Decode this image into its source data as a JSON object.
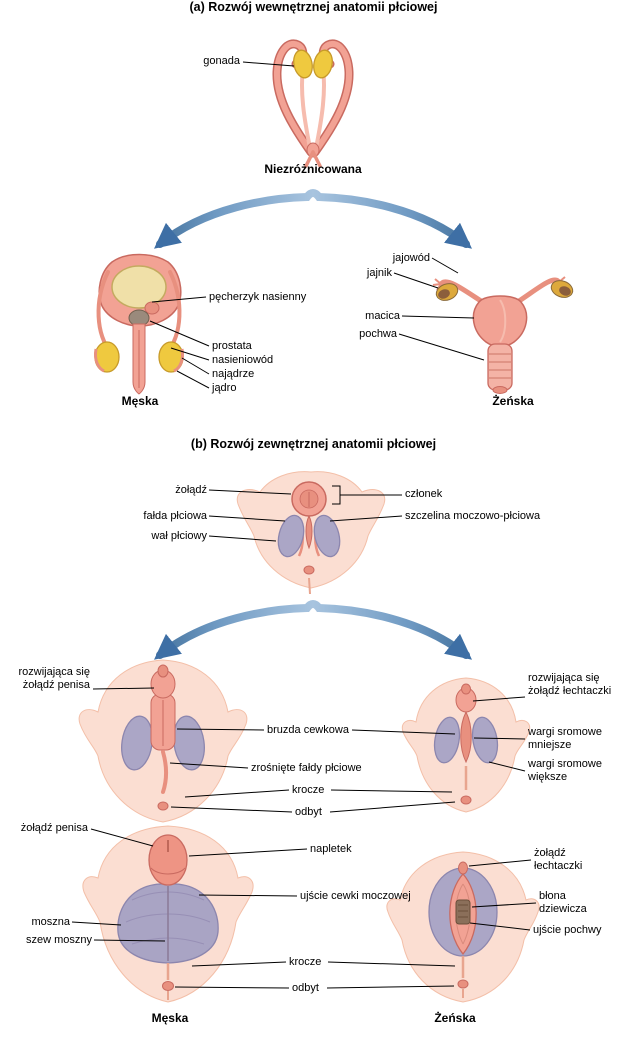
{
  "section_a": {
    "title": "(a) Rozwój wewnętrznej anatomii płciowej",
    "stage_label": "Niezróżnicowana",
    "male_label": "Męska",
    "female_label": "Żeńska",
    "callouts": {
      "gonada": "gonada",
      "pecherzyk": "pęcherzyk nasienny",
      "prostata": "prostata",
      "nasieniowod": "nasieniowód",
      "najadrze": "najądrze",
      "jadro": "jądro",
      "jajowod": "jajowód",
      "jajnik": "jajnik",
      "macica": "macica",
      "pochwa": "pochwa"
    }
  },
  "section_b": {
    "title": "(b) Rozwój zewnętrznej anatomii płciowej",
    "male_label": "Męska",
    "female_label": "Żeńska",
    "callouts": {
      "zoladz": "żołądź",
      "falda_plciowa": "fałda płciowa",
      "wal_plciowy": "wał płciowy",
      "czlonek": "członek",
      "szczelina": "szczelina moczowo-płciowa",
      "rozwijajaca_penis": "rozwijająca się żołądź penisa",
      "bruzda_cewkowa": "bruzda cewkowa",
      "zrosniete_faldy": "zrośnięte fałdy płciowe",
      "krocze_dev": "krocze",
      "odbyt_dev": "odbyt",
      "rozwijajaca_lechtaczka": "rozwijająca się żołądź łechtaczki",
      "wargi_mniejsze": "wargi sromowe mniejsze",
      "wargi_wieksze": "wargi sromowe większe",
      "zoladz_penisa": "żołądź penisa",
      "napletek": "napletek",
      "ujscie_cewki": "ujście cewki moczowej",
      "moszna": "moszna",
      "szew_moszny": "szew moszny",
      "krocze_final": "krocze",
      "odbyt_final": "odbyt",
      "zoladz_lechtaczki": "żołądź łechtaczki",
      "blona_dziewicza": "błona dziewicza",
      "ujscie_pochwy": "ujście pochwy"
    }
  },
  "colors": {
    "tissue_salmon": "#F2A294",
    "tissue_salmon_dark": "#E8907F",
    "outline": "#C96A60",
    "flesh_pale": "#FBDED2",
    "gonad_yellow": "#EFC93F",
    "gonad_yellow_dark": "#C79A2A",
    "swelling_purple": "#ABA6C6",
    "swelling_purple_dark": "#8C86AE",
    "bladder_cream": "#F0E0A8",
    "prostate_gray": "#9A8A7C",
    "ovary_brown": "#8B5E3C",
    "hymen_brown": "#8B6F5A",
    "arrow_blue_dark": "#3E6FA5",
    "arrow_blue_light": "#A8C4DF",
    "line_black": "#000000"
  }
}
